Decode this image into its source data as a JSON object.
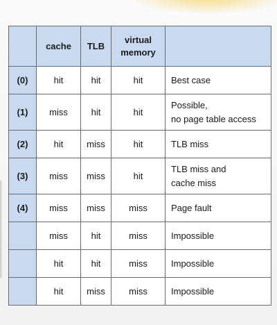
{
  "table": {
    "headers": [
      "",
      "cache",
      "TLB",
      "virtual memory",
      ""
    ],
    "header_vm_lines": [
      "virtual",
      "memory"
    ],
    "rows": [
      {
        "case": "(0)",
        "cache": "hit",
        "tlb": "hit",
        "vm": "hit",
        "note": [
          "Best case"
        ]
      },
      {
        "case": "(1)",
        "cache": "miss",
        "tlb": "hit",
        "vm": "hit",
        "note": [
          "Possible,",
          "no page table access"
        ]
      },
      {
        "case": "(2)",
        "cache": "hit",
        "tlb": "miss",
        "vm": "hit",
        "note": [
          "TLB miss"
        ]
      },
      {
        "case": "(3)",
        "cache": "miss",
        "tlb": "miss",
        "vm": "hit",
        "note": [
          "TLB miss and",
          "cache miss"
        ]
      },
      {
        "case": "(4)",
        "cache": "miss",
        "tlb": "miss",
        "vm": "miss",
        "note": [
          "Page fault"
        ]
      },
      {
        "case": "",
        "cache": "miss",
        "tlb": "hit",
        "vm": "miss",
        "note": [
          "Impossible"
        ]
      },
      {
        "case": "",
        "cache": "hit",
        "tlb": "hit",
        "vm": "miss",
        "note": [
          "Impossible"
        ]
      },
      {
        "case": "",
        "cache": "hit",
        "tlb": "miss",
        "vm": "miss",
        "note": [
          "Impossible"
        ]
      }
    ]
  },
  "colors": {
    "header_bg": "#c9d9f0",
    "border": "#6a6a6a",
    "cell_bg": "#ffffff"
  }
}
